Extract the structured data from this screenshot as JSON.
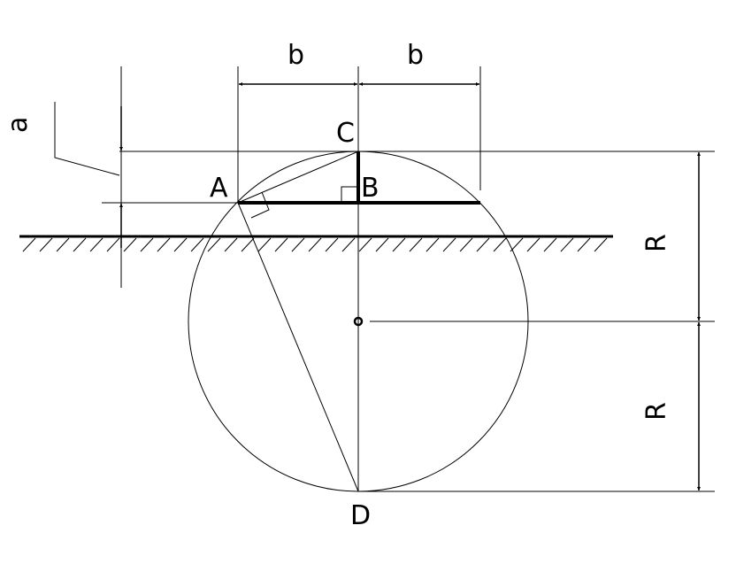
{
  "labels": {
    "dim_b_left": "b",
    "dim_b_right": "b",
    "dim_a": "a",
    "point_c": "C",
    "point_a": "A",
    "point_b": "B",
    "point_d": "D",
    "dim_r_upper": "R",
    "dim_r_lower": "R"
  },
  "colors": {
    "line": "#000000",
    "background": "#ffffff"
  }
}
